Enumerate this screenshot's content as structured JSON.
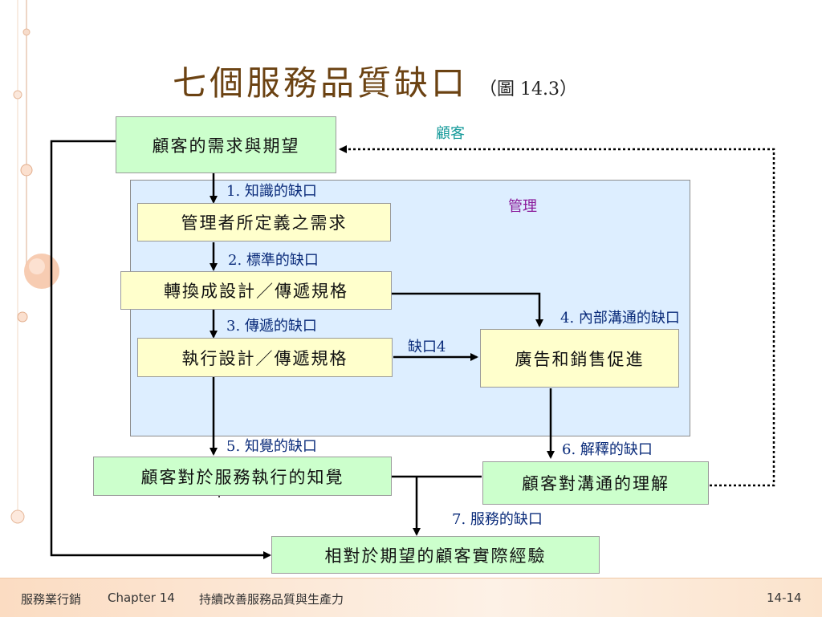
{
  "title": {
    "main": "七個服務品質缺口",
    "figure_ref": "（圖 14.3）"
  },
  "zones": {
    "customer": "顧客",
    "management": "管理"
  },
  "boxes": {
    "customer_expectation": "顧客的需求與期望",
    "management_perception": "管理者所定義之需求",
    "service_design": "轉換成設計／傳遞規格",
    "service_delivery": "執行設計／傳遞規格",
    "advertising": "廣告和銷售促進",
    "customer_perception": "顧客對於服務執行的知覺",
    "customer_understanding": "顧客對溝通的理解",
    "customer_experience": "相對於期望的顧客實際經驗"
  },
  "gaps": {
    "gap1": "1. 知識的缺口",
    "gap2": "2. 標準的缺口",
    "gap3": "3. 傳遞的缺口",
    "gap4": "4. 內部溝通的缺口",
    "gap4_short": "缺口4",
    "gap5": "5. 知覺的缺口",
    "gap6": "6. 解釋的缺口",
    "gap7": "7. 服務的缺口"
  },
  "footer": {
    "course": "服務業行銷",
    "chapter": "Chapter 14",
    "chapter_title": "持續改善服務品質與生產力",
    "page": "14-14"
  },
  "colors": {
    "title": "#6b4212",
    "customer_box": "#ccffcc",
    "management_box": "#ffffcc",
    "management_area": "#ddeeff",
    "gap_label": "#0a2b7a",
    "customer_label": "#159a9a",
    "management_label": "#8a1a9a"
  }
}
